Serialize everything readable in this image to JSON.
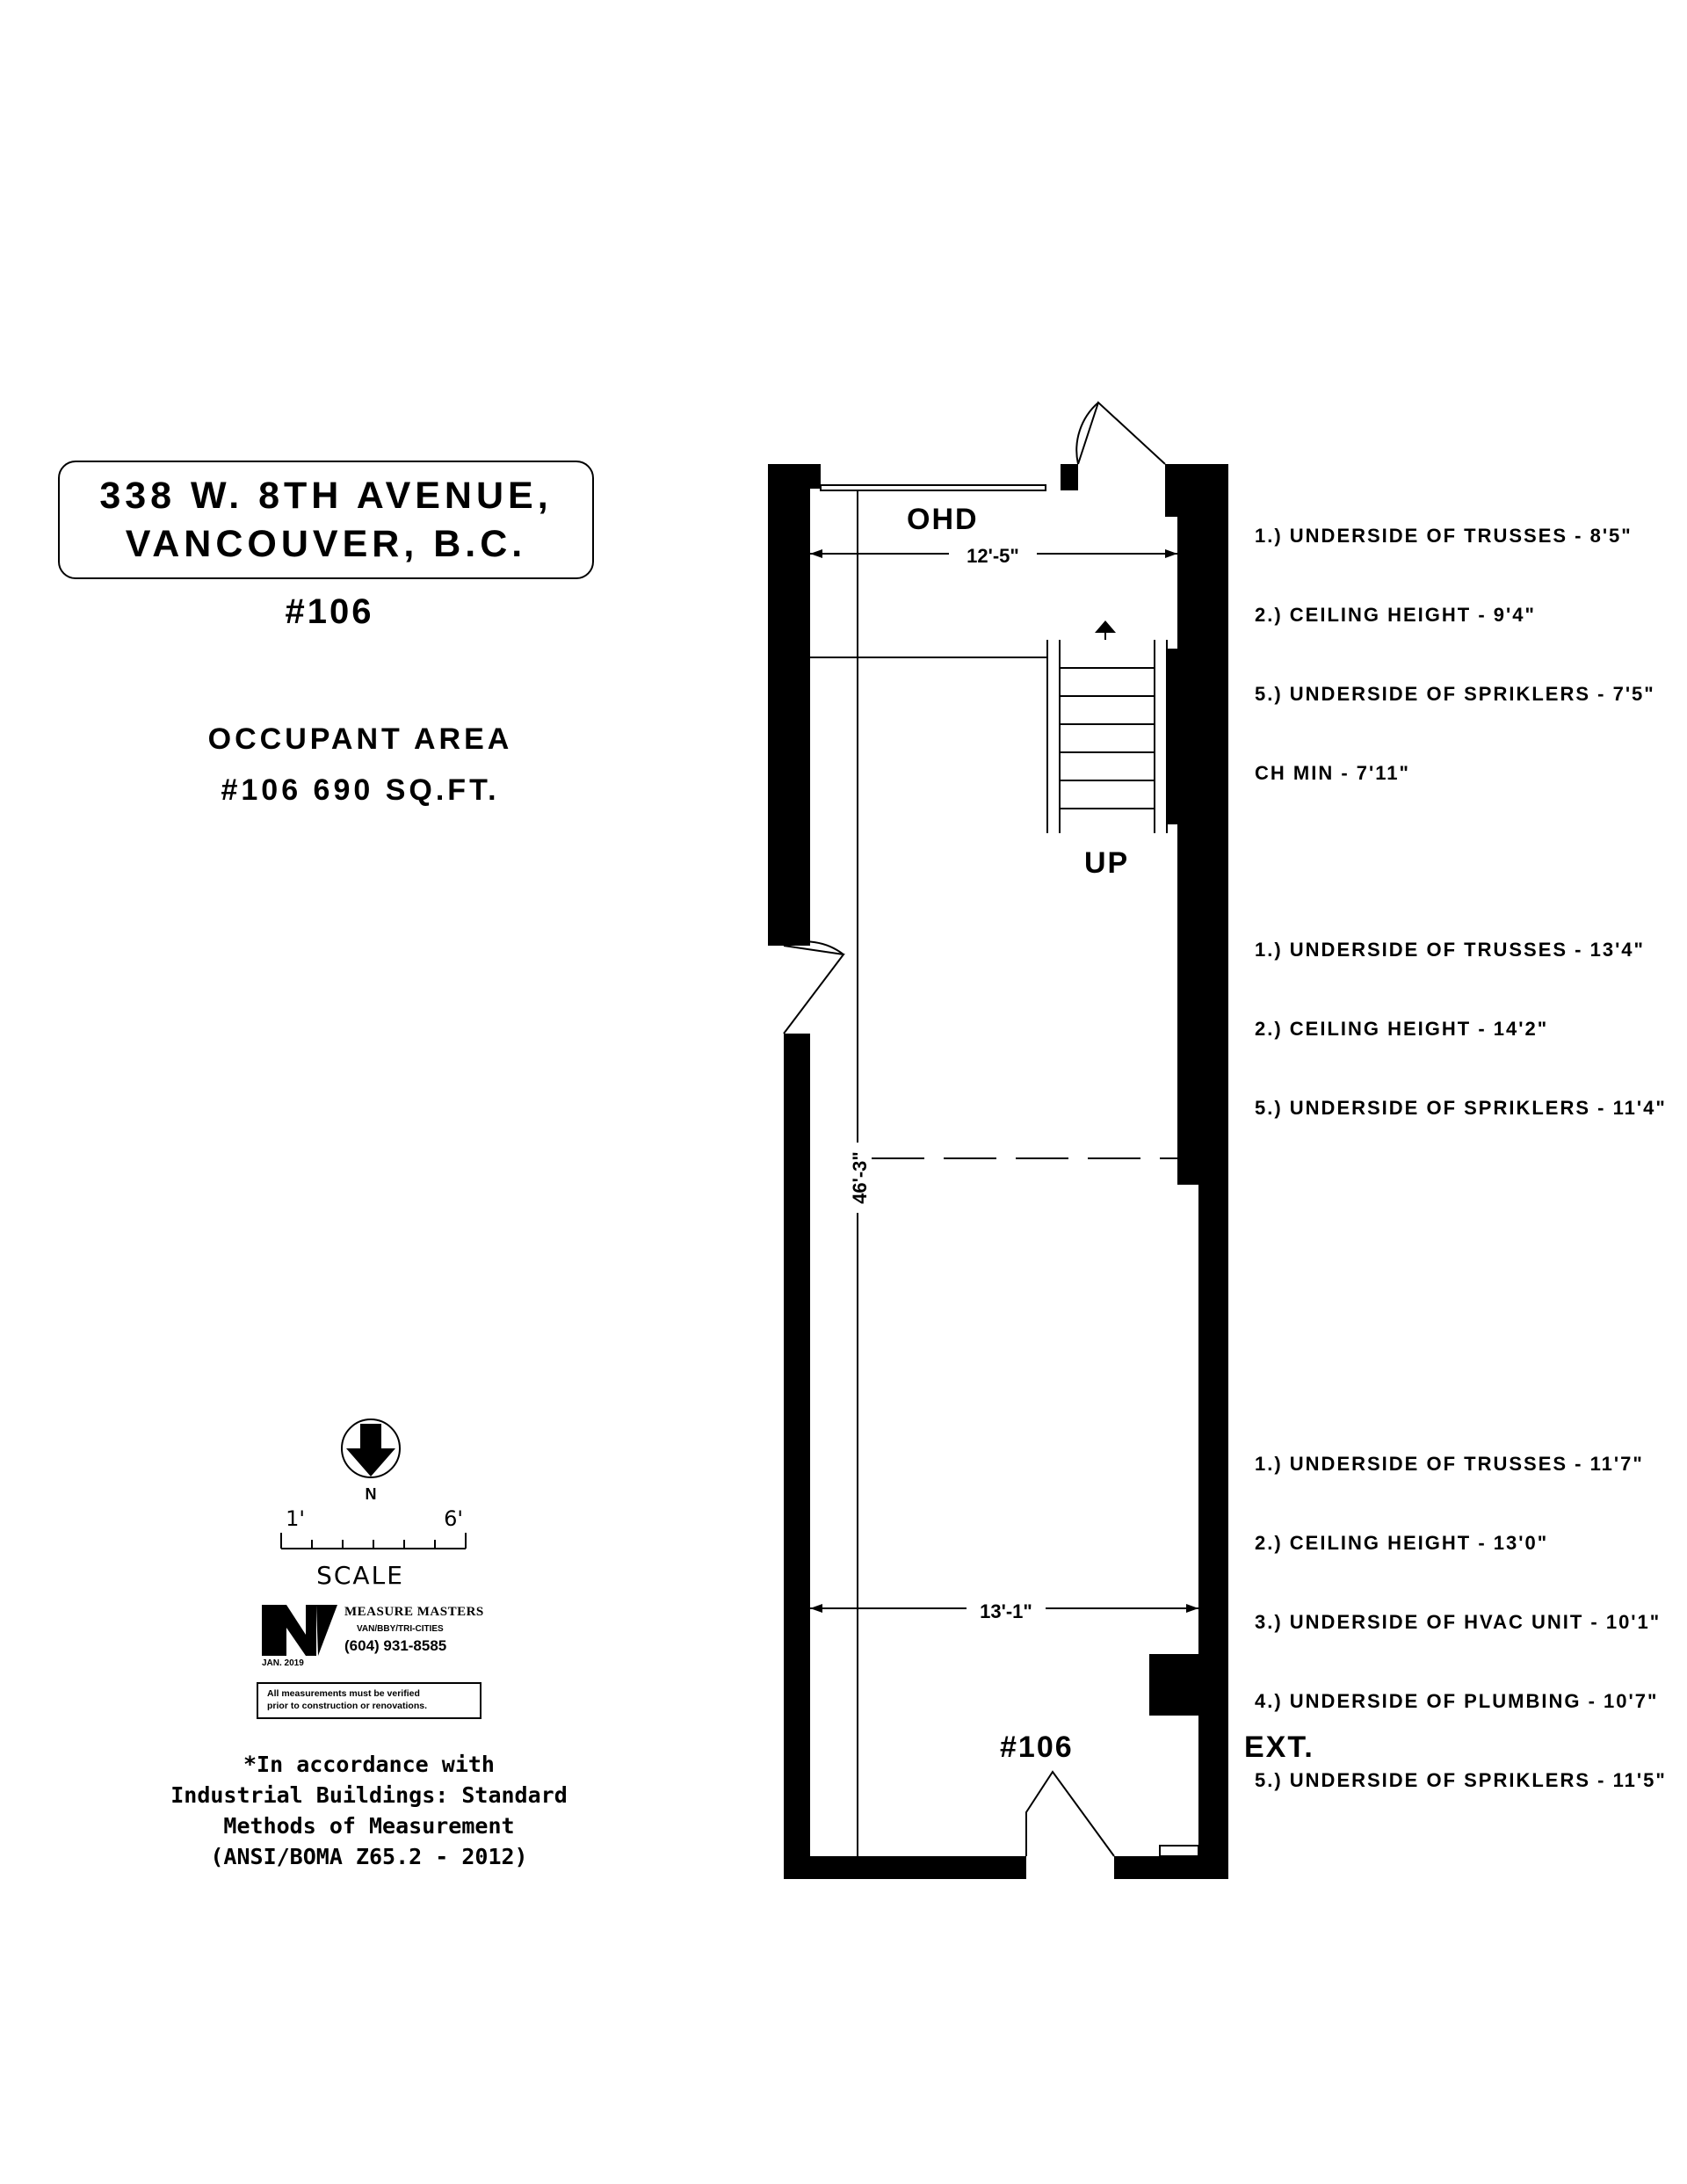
{
  "header": {
    "address_line1": "338 W. 8TH AVENUE,",
    "address_line2": "VANCOUVER, B.C.",
    "unit": "#106"
  },
  "occupant": {
    "label": "OCCUPANT AREA",
    "value": "#106   690 SQ.FT."
  },
  "notes_front": [
    "1.) UNDERSIDE OF TRUSSES - 8'5\"",
    "2.) CEILING HEIGHT - 9'4\"",
    "5.) UNDERSIDE OF SPRIKLERS - 7'5\"",
    "CH MIN - 7'11\""
  ],
  "notes_middle": [
    "1.) UNDERSIDE OF TRUSSES - 13'4\"",
    "2.) CEILING HEIGHT - 14'2\"",
    "5.) UNDERSIDE OF SPRIKLERS - 11'4\""
  ],
  "notes_rear": [
    "1.) UNDERSIDE OF TRUSSES - 11'7\"",
    "2.) CEILING HEIGHT - 13'0\"",
    "3.) UNDERSIDE OF HVAC UNIT - 10'1\"",
    "4.) UNDERSIDE OF PLUMBING - 10'7\"",
    "5.) UNDERSIDE OF SPRIKLERS - 11'5\""
  ],
  "plan": {
    "ohd_label": "OHD",
    "up_label": "UP",
    "width_top": "12'-5\"",
    "width_bottom": "13'-1\"",
    "length": "46'-3\"",
    "unit_label": "#106",
    "ext_label": "EXT."
  },
  "legend": {
    "north": "N",
    "scale_start": "1'",
    "scale_end": "6'",
    "scale_label": "SCALE"
  },
  "logo": {
    "brand": "MEASURE MASTERS",
    "area": "VAN/BBY/TRI-CITIES",
    "phone": "(604) 931-8585",
    "date": "JAN. 2019"
  },
  "disclaimer": [
    "All measurements must be verified",
    "prior to construction or renovations."
  ],
  "standard_note": [
    "*In accordance with",
    "Industrial Buildings: Standard",
    "Methods of Measurement",
    "(ANSI/BOMA Z65.2 - 2012)"
  ]
}
